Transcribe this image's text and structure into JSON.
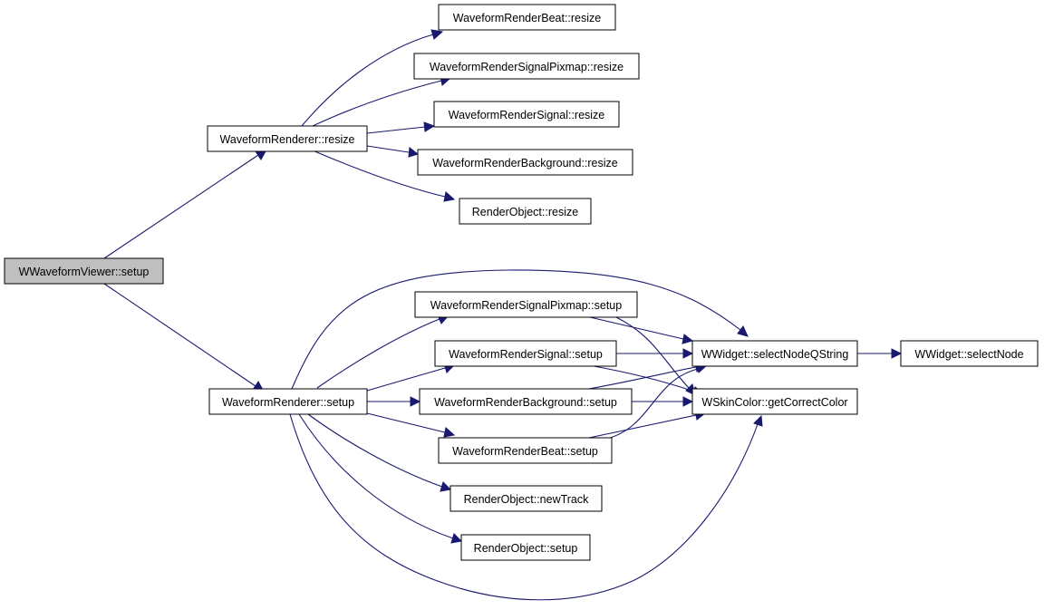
{
  "colors": {
    "edge": "#191970",
    "root_fill": "#bfbfbf",
    "node_fill": "#ffffff",
    "border": "#000000"
  },
  "nodes": {
    "viewer_setup": "WWaveformViewer::setup",
    "renderer_resize": "WaveformRenderer::resize",
    "beat_resize": "WaveformRenderBeat::resize",
    "pixmap_resize": "WaveformRenderSignalPixmap::resize",
    "signal_resize": "WaveformRenderSignal::resize",
    "background_resize": "WaveformRenderBackground::resize",
    "renderobject_resize": "RenderObject::resize",
    "renderer_setup": "WaveformRenderer::setup",
    "pixmap_setup": "WaveformRenderSignalPixmap::setup",
    "signal_setup": "WaveformRenderSignal::setup",
    "background_setup": "WaveformRenderBackground::setup",
    "beat_setup": "WaveformRenderBeat::setup",
    "renderobject_newtrack": "RenderObject::newTrack",
    "renderobject_setup": "RenderObject::setup",
    "select_node_qstring": "WWidget::selectNodeQString",
    "get_correct_color": "WSkinColor::getCorrectColor",
    "select_node": "WWidget::selectNode"
  },
  "edges": [
    [
      "viewer_setup",
      "renderer_resize"
    ],
    [
      "viewer_setup",
      "renderer_setup"
    ],
    [
      "renderer_resize",
      "beat_resize"
    ],
    [
      "renderer_resize",
      "pixmap_resize"
    ],
    [
      "renderer_resize",
      "signal_resize"
    ],
    [
      "renderer_resize",
      "background_resize"
    ],
    [
      "renderer_resize",
      "renderobject_resize"
    ],
    [
      "renderer_setup",
      "pixmap_setup"
    ],
    [
      "renderer_setup",
      "signal_setup"
    ],
    [
      "renderer_setup",
      "background_setup"
    ],
    [
      "renderer_setup",
      "beat_setup"
    ],
    [
      "renderer_setup",
      "renderobject_newtrack"
    ],
    [
      "renderer_setup",
      "renderobject_setup"
    ],
    [
      "renderer_setup",
      "select_node_qstring"
    ],
    [
      "renderer_setup",
      "get_correct_color"
    ],
    [
      "pixmap_setup",
      "select_node_qstring"
    ],
    [
      "pixmap_setup",
      "get_correct_color"
    ],
    [
      "signal_setup",
      "select_node_qstring"
    ],
    [
      "signal_setup",
      "get_correct_color"
    ],
    [
      "background_setup",
      "select_node_qstring"
    ],
    [
      "background_setup",
      "get_correct_color"
    ],
    [
      "beat_setup",
      "select_node_qstring"
    ],
    [
      "beat_setup",
      "get_correct_color"
    ],
    [
      "select_node_qstring",
      "select_node"
    ]
  ]
}
